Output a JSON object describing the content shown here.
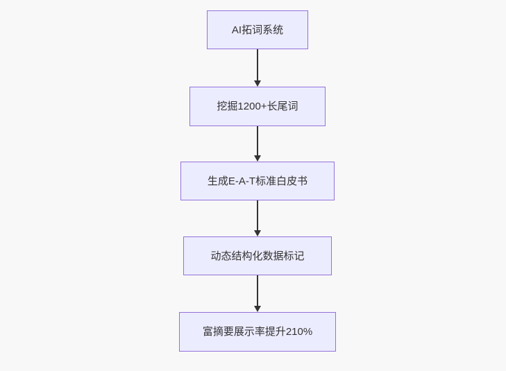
{
  "diagram": {
    "type": "flowchart",
    "direction": "top-to-bottom",
    "colors": {
      "background": "#f8f8f8",
      "node_fill": "#ececff",
      "node_border": "#9370db",
      "arrow": "#333333",
      "text": "#333333"
    },
    "nodes": [
      {
        "id": "A",
        "label": "AI拓词系统"
      },
      {
        "id": "B",
        "label": "挖掘1200+长尾词"
      },
      {
        "id": "C",
        "label": "生成E-A-T标准白皮书"
      },
      {
        "id": "D",
        "label": "动态结构化数据标记"
      },
      {
        "id": "E",
        "label": "富摘要展示率提升210%"
      }
    ],
    "edges": [
      {
        "from": "A",
        "to": "B"
      },
      {
        "from": "B",
        "to": "C"
      },
      {
        "from": "C",
        "to": "D"
      },
      {
        "from": "D",
        "to": "E"
      }
    ]
  }
}
